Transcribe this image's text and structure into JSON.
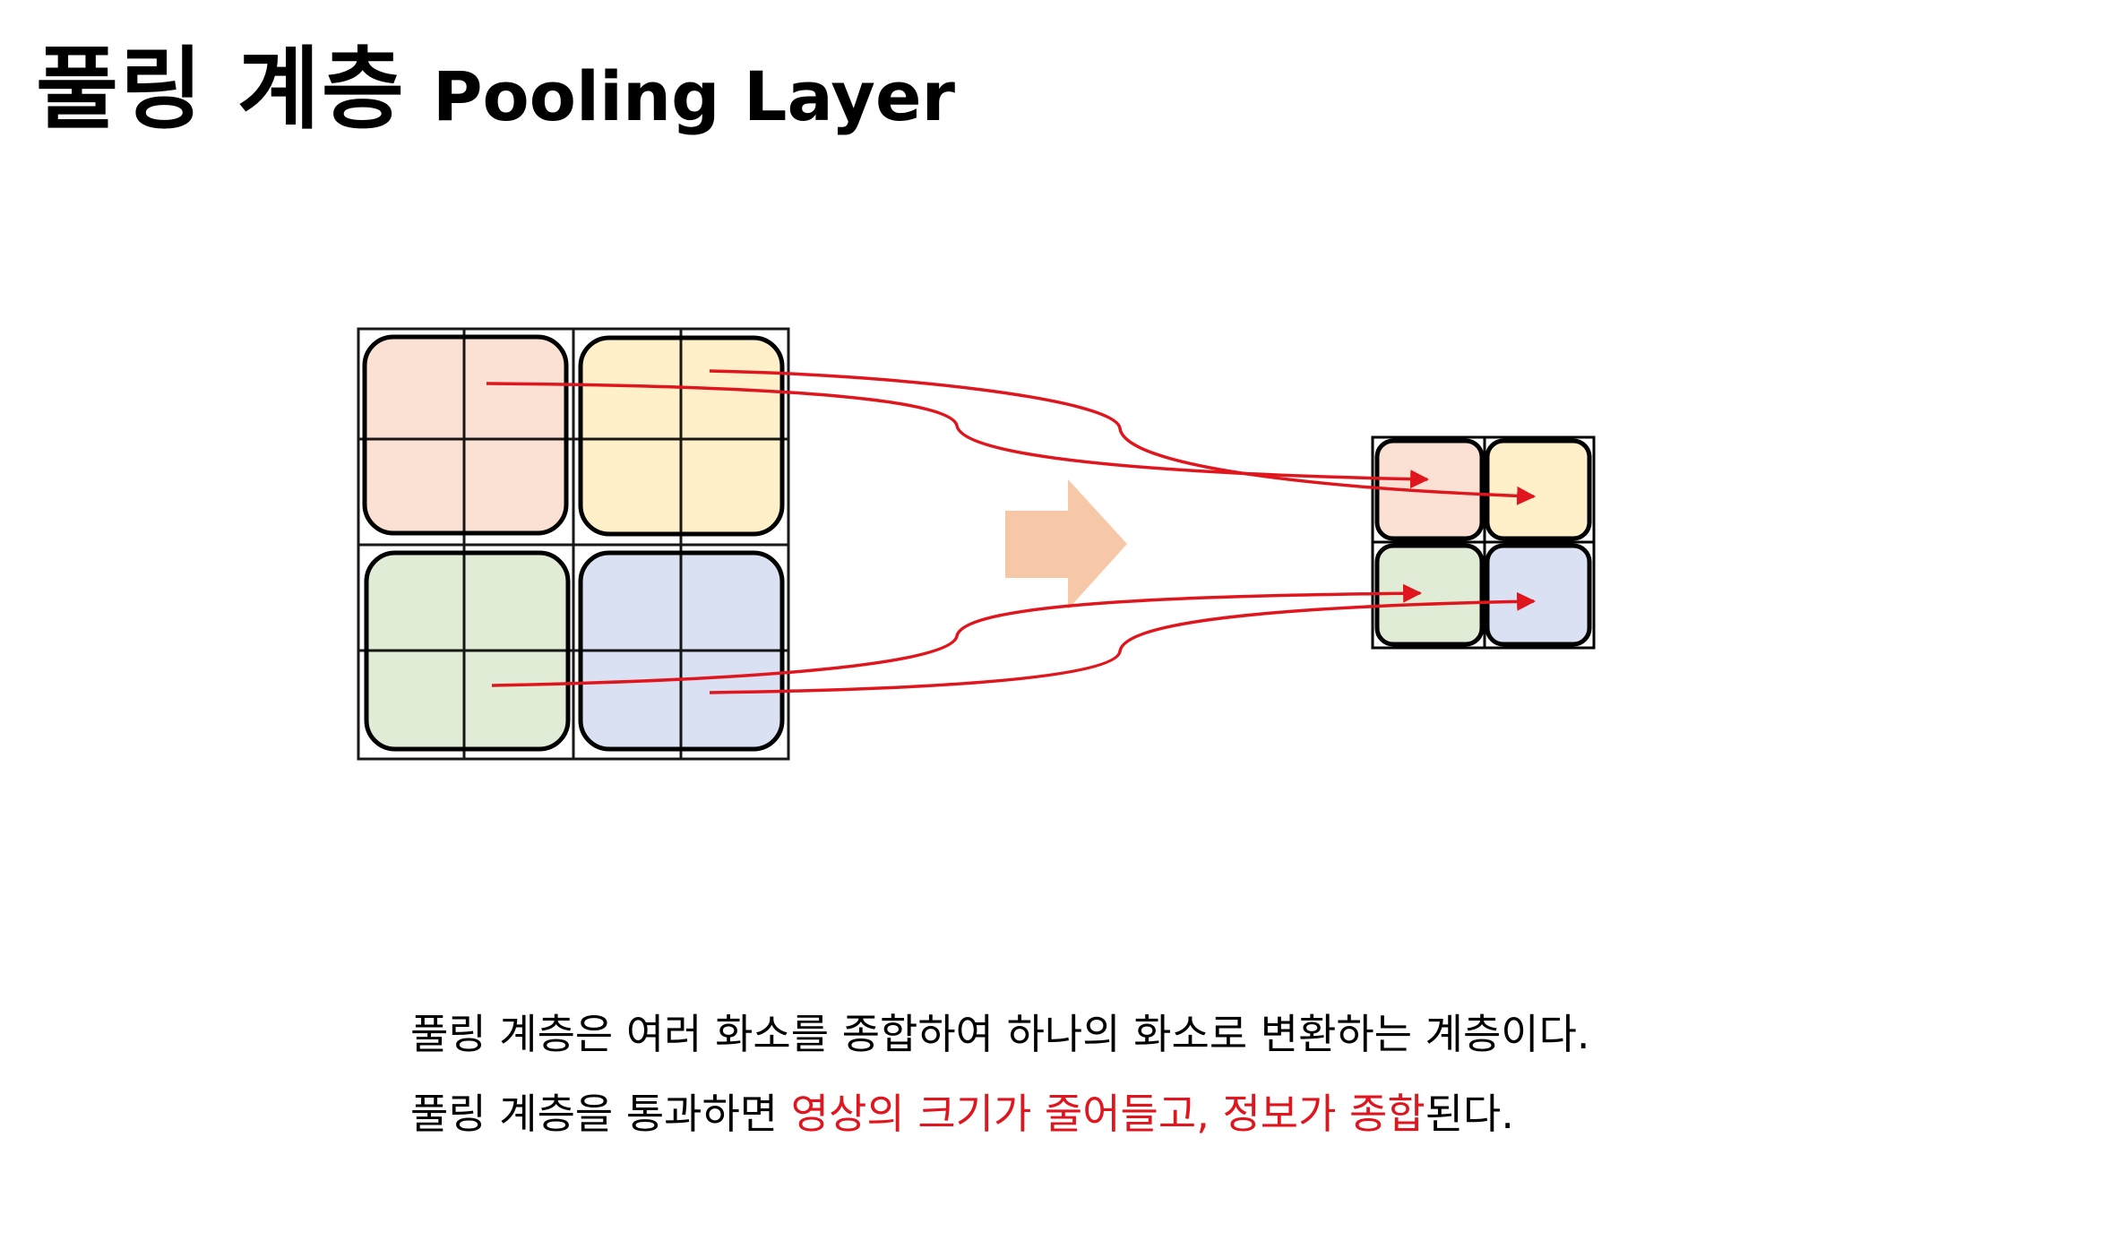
{
  "title": {
    "korean": "풀링 계층",
    "english": "Pooling Layer"
  },
  "colors": {
    "cell_top_left": "#fbe1d3",
    "cell_top_right": "#fff0c9",
    "cell_bottom_left": "#e1ecd6",
    "cell_bottom_right": "#d9e1f2",
    "arrow_fill": "#f6c8a8",
    "connector": "#e0161e",
    "highlight_text": "#e0161e"
  },
  "caption": {
    "line1": "풀링 계층은 여러 화소를 종합하여 하나의 화소로 변환하는 계층이다.",
    "line2_prefix": "풀링 계층을 통과하면 ",
    "line2_highlight1": "영상의 크기가 줄어들고",
    "line2_sep": ", ",
    "line2_highlight2": "정보가 종합",
    "line2_suffix": "된다."
  }
}
